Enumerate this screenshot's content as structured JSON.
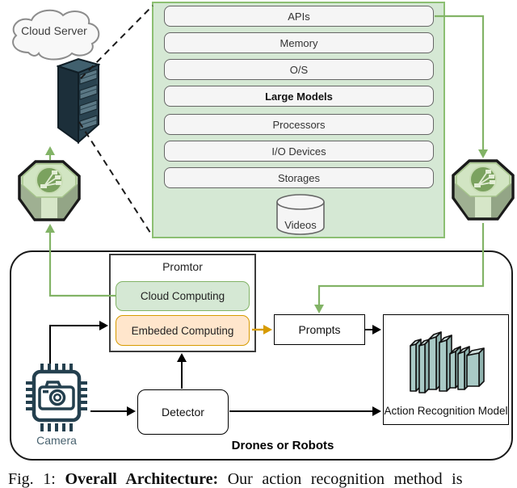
{
  "figure": {
    "cloud_label": "Cloud Server",
    "stack_panel": {
      "rows": [
        {
          "label": "APIs"
        },
        {
          "label": "Memory"
        },
        {
          "label": "O/S"
        },
        {
          "label": "Large Models"
        },
        {
          "label": "Processors"
        },
        {
          "label": "I/O Devices"
        },
        {
          "label": "Storages"
        }
      ],
      "database_label": "Videos"
    },
    "device_box": {
      "label": "Drones or Robots",
      "promtor": {
        "title": "Promtor",
        "cloud_computing": "Cloud Computing",
        "embedded_computing": "Embeded Computing"
      },
      "prompts_label": "Prompts",
      "detector_label": "Detector",
      "action_model_label": "Action Recognition Model",
      "camera_label": "Camera"
    }
  },
  "caption": {
    "fig": "Fig. 1: ",
    "title_bold": "Overall Architecture:",
    "rest": " Our action recognition method is"
  },
  "colors": {
    "green_accent": "#82b366",
    "green_fill": "#d5e8d4",
    "orange_accent": "#d79b00",
    "orange_fill": "#ffe6cc",
    "row_fill": "#f5f5f5",
    "row_border": "#666666",
    "teal_layer": "#a9cac6",
    "connector_black": "#000000"
  }
}
